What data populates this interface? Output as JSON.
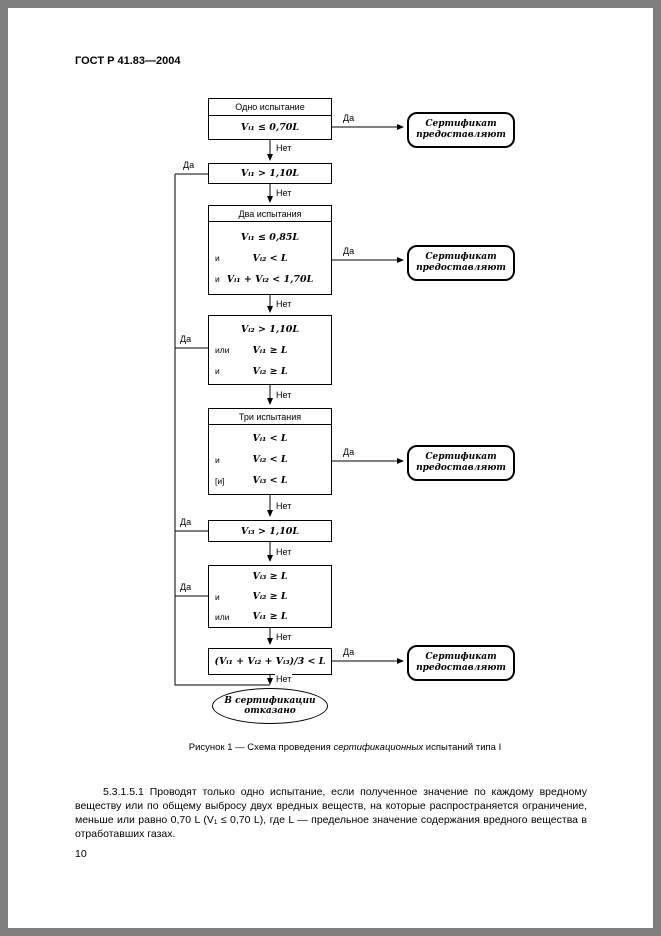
{
  "doc": {
    "header": "ГОСТ Р 41.83—2004",
    "page_number": "10",
    "caption_prefix": "Рисунок 1 — Схема проведения ",
    "caption_italic": "сертификационных",
    "caption_suffix": " испытаний типа I",
    "paragraph": "5.3.1.5.1 Проводят только одно испытание, если полученное значение по каждому вредному веществу или по общему выбросу двух вредных веществ, на которые распространяется ограничение, меньше или равно 0,70 L (V₁ ≤ 0,70 L), где L — предельное значение содержания вредного вещества в отработавших газах."
  },
  "flowchart": {
    "yes": "Да",
    "no": "Нет",
    "certificate_line1": "Сертификат",
    "certificate_line2": "предоставляют",
    "denied_line1": "В сертификации",
    "denied_line2": "отказано",
    "box1": {
      "header": "Одно испытание",
      "cond": "Vᵢ₁ ≤ 0,70L"
    },
    "box2": {
      "cond": "Vᵢ₁ > 1,10L"
    },
    "box3": {
      "header": "Два испытания",
      "lines": [
        {
          "op": "",
          "f": "Vᵢ₁ ≤ 0,85L"
        },
        {
          "op": "и",
          "f": "Vᵢ₂ < L"
        },
        {
          "op": "и",
          "f": "Vᵢ₁ + Vᵢ₂ < 1,70L"
        }
      ]
    },
    "box4": {
      "lines": [
        {
          "op": "",
          "f": "Vᵢ₂ > 1,10L"
        },
        {
          "op": "или",
          "f": "Vᵢ₁ ≥ L"
        },
        {
          "op": "и",
          "f": "Vᵢ₂ ≥ L"
        }
      ]
    },
    "box5": {
      "header": "Три испытания",
      "lines": [
        {
          "op": "",
          "f": "Vᵢ₁ < L"
        },
        {
          "op": "и",
          "f": "Vᵢ₂ < L"
        },
        {
          "op": "[и]",
          "f": "Vᵢ₃ < L"
        }
      ]
    },
    "box6": {
      "cond": "Vᵢ₃ > 1,10L"
    },
    "box7": {
      "lines": [
        {
          "op": "",
          "f": "Vᵢ₃ ≥ L"
        },
        {
          "op": "и",
          "f": "Vᵢ₂ ≥ L"
        },
        {
          "op": "или",
          "f": "Vᵢ₁ ≥ L"
        }
      ]
    },
    "box8": {
      "cond": "(Vᵢ₁ + Vᵢ₂ + Vᵢ₃)/3 < L"
    }
  }
}
